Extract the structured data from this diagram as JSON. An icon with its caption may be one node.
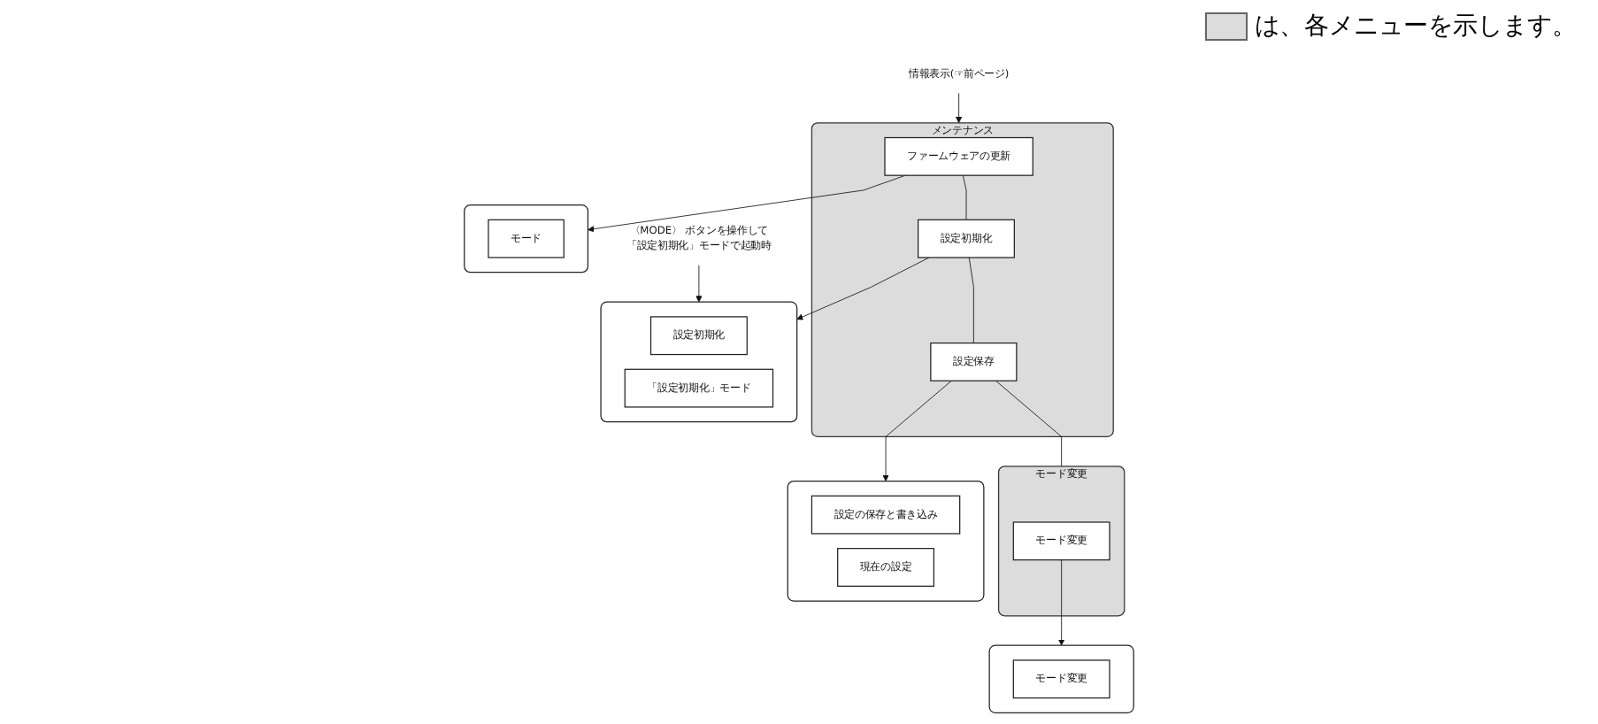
{
  "diagram": {
    "nodes": [
      {
        "text": [
          "情報表示(☞前ページ)"
        ]
      },
      {
        "text": [
          "メンテナンス"
        ]
      },
      {
        "text": [
          "ファームウェアの更新"
        ],
        "in": 1
      },
      {
        "text": [
          "設定初期化"
        ],
        "in": 1
      },
      {
        "text": [
          "設定保存"
        ],
        "in": 1
      },
      {
        "text": [
          "モード変更"
        ]
      },
      {
        "text": [
          "モード変更"
        ],
        "in": 5
      },
      {
        "text": [],
        "shape": "box"
      },
      {
        "text": [
          "モード"
        ],
        "in": 7
      },
      {
        "text": [
          "〈MODE〉 ボタンを操作して「設定初期化」モードで起動時"
        ]
      },
      {
        "text": [],
        "shape": "box"
      },
      {
        "text": [
          "設定初期化"
        ],
        "in": 10
      },
      {
        "text": [
          "「設定初期化」モード"
        ],
        "in": 10
      },
      {
        "text": [],
        "shape": "box"
      },
      {
        "text": [
          "設定の保存と書き込み"
        ],
        "in": 13
      },
      {
        "text": [
          "現在の設定"
        ],
        "in": 13
      },
      {
        "text": [],
        "shape": "box"
      },
      {
        "text": [
          "モード変更"
        ],
        "in": 16
      }
    ],
    "edges": [
      {
        "from": 0,
        "to": 1,
        "arrow": "to"
      },
      {
        "from": 2,
        "to": 3,
        "arrow": "none"
      },
      {
        "from": 3,
        "to": 4,
        "arrow": "none"
      },
      {
        "from": 4,
        "to": 5,
        "arrow": "none"
      },
      {
        "from": 2,
        "to": 7,
        "arrow": "to"
      },
      {
        "from": 9,
        "to": 10,
        "arrow": "to"
      },
      {
        "from": 3,
        "to": 10,
        "arrow": "to"
      },
      {
        "from": 4,
        "to": 13,
        "arrow": "to"
      },
      {
        "from": 6,
        "to": 16,
        "arrow": "to"
      }
    ],
    "legend": [
      {
        "text": "は、各メニューを示します。",
        "color": "#dcdcdc"
      }
    ]
  }
}
